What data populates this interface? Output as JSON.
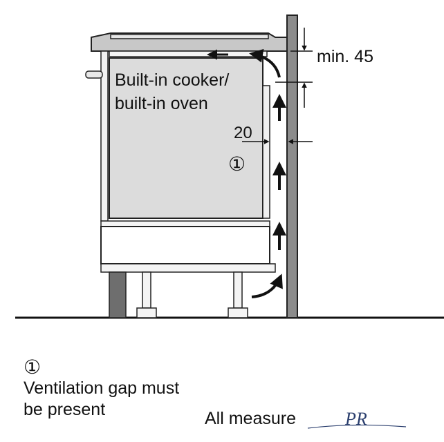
{
  "labels": {
    "appliance_line1": "Built-in cooker/",
    "appliance_line2": "built-in oven",
    "gap_value": "20",
    "min_label": "min. 45",
    "marker": "①"
  },
  "legend": {
    "marker": "①",
    "line1": "Ventilation gap must",
    "line2": "be present"
  },
  "footer": {
    "text": "All measure",
    "logo_text": "PR"
  },
  "colors": {
    "stroke": "#222222",
    "appliance_fill": "#dcdcdc",
    "wall_fill": "#8c8c8c",
    "plinth_fill": "#6e6e6e",
    "worktop_fill": "#c8c8c8"
  }
}
